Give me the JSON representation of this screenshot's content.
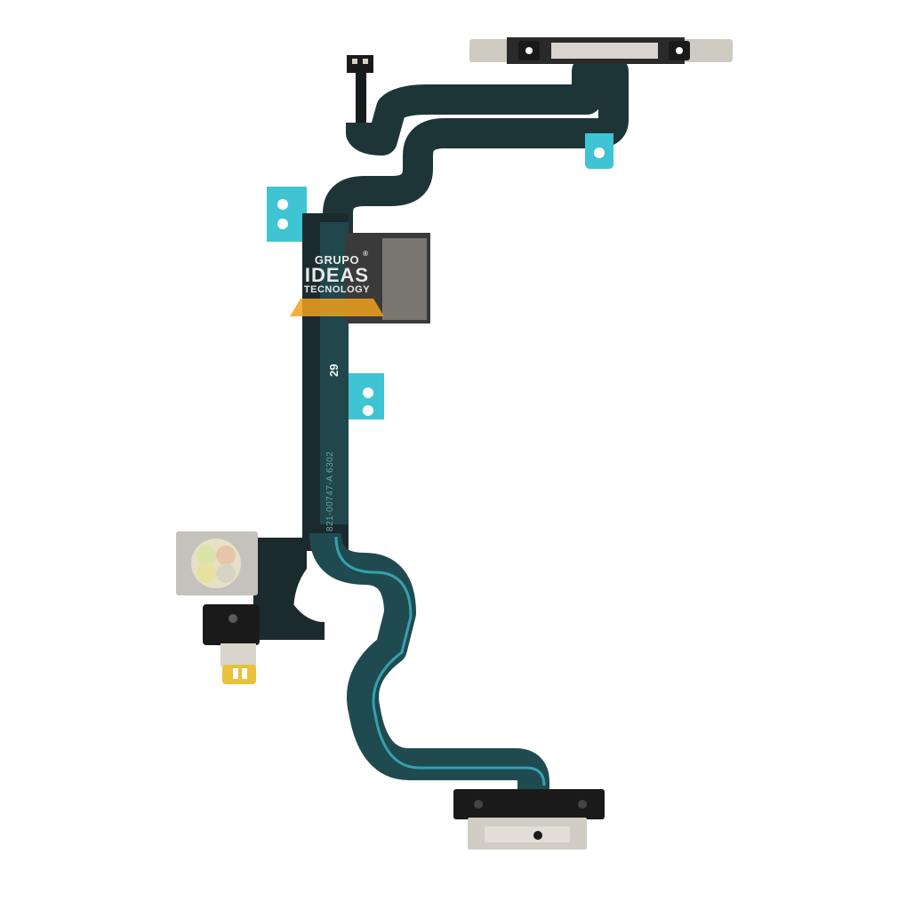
{
  "image": {
    "subject": "flex cable",
    "background_color": "#ffffff"
  },
  "watermark": {
    "line1": "GRUPO",
    "line2": "IDEAS",
    "line3": "TECNOLOGY",
    "registered_mark": "®",
    "accent_color": "#f0a21e"
  },
  "cable_text": {
    "part_number": "821-00747-A 6302",
    "code": "29"
  },
  "colors": {
    "flex_dark": "#1c2b2e",
    "flex_teal": "#1f5a60",
    "stiffener_cyan": "#3fc4d4",
    "metal": "#cfcac2",
    "gold": "#e8c23a"
  }
}
